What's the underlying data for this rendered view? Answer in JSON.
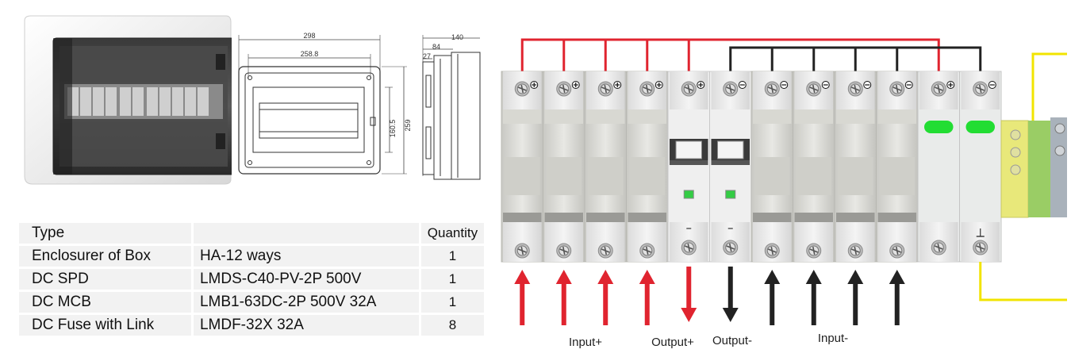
{
  "dimensions": {
    "width_outer": "298",
    "width_inner": "258.8",
    "height_inner": "160.5",
    "height_outer": "259",
    "depth_outer": "140",
    "depth_mid": "84",
    "depth_small": "27"
  },
  "table": {
    "headers": [
      "Type",
      "",
      "Quantity"
    ],
    "rows": [
      {
        "type": "Enclosurer of Box",
        "model": "HA-12 ways",
        "qty": "1"
      },
      {
        "type": "DC SPD",
        "model": "LMDS-C40-PV-2P 500V",
        "qty": "1"
      },
      {
        "type": "DC MCB",
        "model": "LMB1-63DC-2P 500V 32A",
        "qty": "1"
      },
      {
        "type": "DC Fuse with Link",
        "model": "LMDF-32X 32A",
        "qty": "8"
      }
    ]
  },
  "wiring": {
    "labels": {
      "input_plus": "Input+",
      "output_plus": "Output+",
      "output_minus": "Output-",
      "input_minus": "Input-"
    },
    "colors": {
      "positive": "#e0242f",
      "negative": "#222222",
      "earth": "#f2e400",
      "spd_indicator": "#22dd33",
      "mcb_indicator": "#33cc44"
    },
    "modules": [
      {
        "type": "fuse",
        "polarity": "+"
      },
      {
        "type": "fuse",
        "polarity": "+"
      },
      {
        "type": "fuse",
        "polarity": "+"
      },
      {
        "type": "fuse",
        "polarity": "+"
      },
      {
        "type": "mcb",
        "polarity": "+"
      },
      {
        "type": "mcb",
        "polarity": "-"
      },
      {
        "type": "fuse",
        "polarity": "-"
      },
      {
        "type": "fuse",
        "polarity": "-"
      },
      {
        "type": "fuse",
        "polarity": "-"
      },
      {
        "type": "fuse",
        "polarity": "-"
      },
      {
        "type": "spd",
        "polarity": "+"
      },
      {
        "type": "spd",
        "polarity": "-"
      }
    ]
  }
}
